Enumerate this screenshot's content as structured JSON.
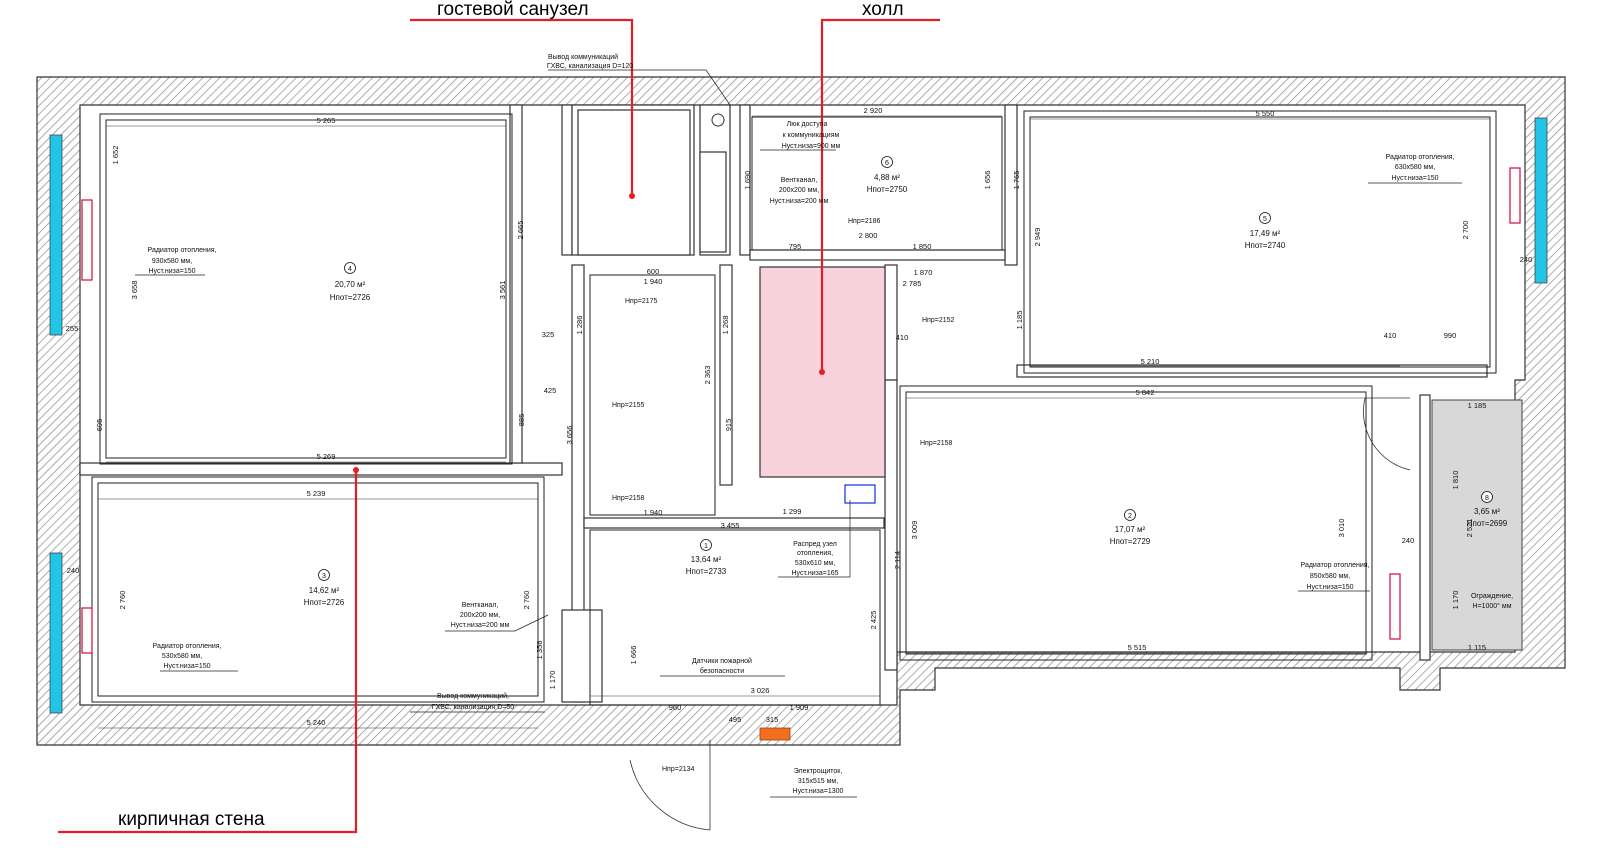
{
  "callouts": {
    "guest_bathroom": "гостевой санузел",
    "hall": "холл",
    "brick_wall": "кирпичная стена"
  },
  "rooms": {
    "r1": {
      "num": "1",
      "area": "13,64 м²",
      "height": "Hпот=2733"
    },
    "r2": {
      "num": "2",
      "area": "17,07 м²",
      "height": "Hпот=2729"
    },
    "r3": {
      "num": "3",
      "area": "14,62 м²",
      "height": "Hпот=2726"
    },
    "r4": {
      "num": "4",
      "area": "20,70 м²",
      "height": "Hпот=2726"
    },
    "r5": {
      "num": "5",
      "area": "17,49 м²",
      "height": "Hпот=2740"
    },
    "r6": {
      "num": "6",
      "area": "4,88 м²",
      "height": "Hпот=2750"
    },
    "r8": {
      "num": "8",
      "area": "3,65 м²",
      "height": "Hпот=2699"
    }
  },
  "notes": {
    "comm_outlet_top_1": "Вывод коммуникаций",
    "comm_outlet_top_2": "ГХВС, канализация D=120",
    "access_hatch_1": "Люк доступа",
    "access_hatch_2": "к коммуникациям",
    "access_hatch_3": "Hуст.низа=900 мм",
    "vent_top_1": "Вентканал,",
    "vent_top_2": "200x200 мм,",
    "vent_top_3": "Hуст.низа=200 мм",
    "radiator_r4_1": "Радиатор отопления,",
    "radiator_r4_2": "930x580 мм,",
    "radiator_r4_3": "Hуст.низа=150",
    "radiator_r5_1": "Радиатор отопления,",
    "radiator_r5_2": "630x580 мм,",
    "radiator_r5_3": "Hуст.низа=150",
    "radiator_r3_1": "Радиатор отопления,",
    "radiator_r3_2": "530x580 мм,",
    "radiator_r3_3": "Hуст.низа=150",
    "radiator_r2_1": "Радиатор отопления,",
    "radiator_r2_2": "850x580 мм,",
    "radiator_r2_3": "Hуст.низа=150",
    "distrib_1": "Распред узел",
    "distrib_2": "отопления,",
    "distrib_3": "530x610 мм,",
    "distrib_4": "Hуст.низа=165",
    "vent_bottom_1": "Вентканал,",
    "vent_bottom_2": "200x200 мм,",
    "vent_bottom_3": "Hуст.низа=200 мм",
    "comm_outlet_bottom_1": "Вывод коммуникаций,",
    "comm_outlet_bottom_2": "ГХВС, канализация D=50",
    "fire_sensor_1": "Датчики пожарной",
    "fire_sensor_2": "безопасности",
    "electro_1": "Электрощиток,",
    "electro_2": "315x515 мм,",
    "electro_3": "Hуст.низа=1300",
    "fence_1": "Ограждение,",
    "fence_2": "H=1000° мм"
  },
  "openings": {
    "h2175": "Hпр=2175",
    "h2155": "Hпр=2155",
    "h2158a": "Hпр=2158",
    "h2158b": "Hпр=2158",
    "h2152": "Hпр=2152",
    "h2186": "Hпр=2186",
    "h2134": "Hпр=2134"
  },
  "dims": {
    "d5265": "5 265",
    "d5269": "5 269",
    "d5239": "5 239",
    "d5240": "5 240",
    "d2920": "2 920",
    "d2800": "2 800",
    "d1850": "1 850",
    "d795": "795",
    "d5550": "5 550",
    "d5210": "5 210",
    "d5842": "5 842",
    "d5515": "5 515",
    "d1940a": "1 940",
    "d1940b": "1 940",
    "d3455": "3 455",
    "d1299": "1 299",
    "d3026": "3 026",
    "d960": "960",
    "d1909": "1 909",
    "d495": "495",
    "d315": "315",
    "d1185": "1 185",
    "d1115": "1 115",
    "d2785": "2 785",
    "d1870": "1 870",
    "d410a": "410",
    "d990": "990",
    "d410b": "410",
    "d600": "600",
    "d325": "325",
    "d425": "425",
    "d240a": "240",
    "d240b": "240",
    "d240c": "240",
    "d255": "255",
    "v1652": "1 652",
    "v3658": "3 658",
    "v2665": "2 665",
    "v3561": "3 561",
    "v2760a": "2 760",
    "v2760b": "2 760",
    "v3656": "3 656",
    "v2363": "2 363",
    "v3009": "3 009",
    "v2114": "2 114",
    "v2425": "2 425",
    "v3010": "3 010",
    "v1810": "1 810",
    "v2521": "2 521",
    "v1170": "1 170",
    "v2949": "2 949",
    "v1185": "1 185",
    "v2700": "2 700",
    "v1765": "1 765",
    "v1666": "1 666",
    "v1356": "1 356",
    "v1170b": "1 170",
    "v885": "885",
    "v915": "915",
    "v695": "695",
    "v1286": "1 286",
    "v1268": "1 268",
    "v1690": "1 690",
    "v1656": "1 656"
  },
  "colors": {
    "hall_fill": "#f8d3dc",
    "callout_line": "#e31e24",
    "glazing": "#22c4e8",
    "radiator": "#d81b4a",
    "electrical_panel": "#f07020",
    "distrib_unit": "#2040e0",
    "balcony_fill": "#d8d8d8"
  }
}
